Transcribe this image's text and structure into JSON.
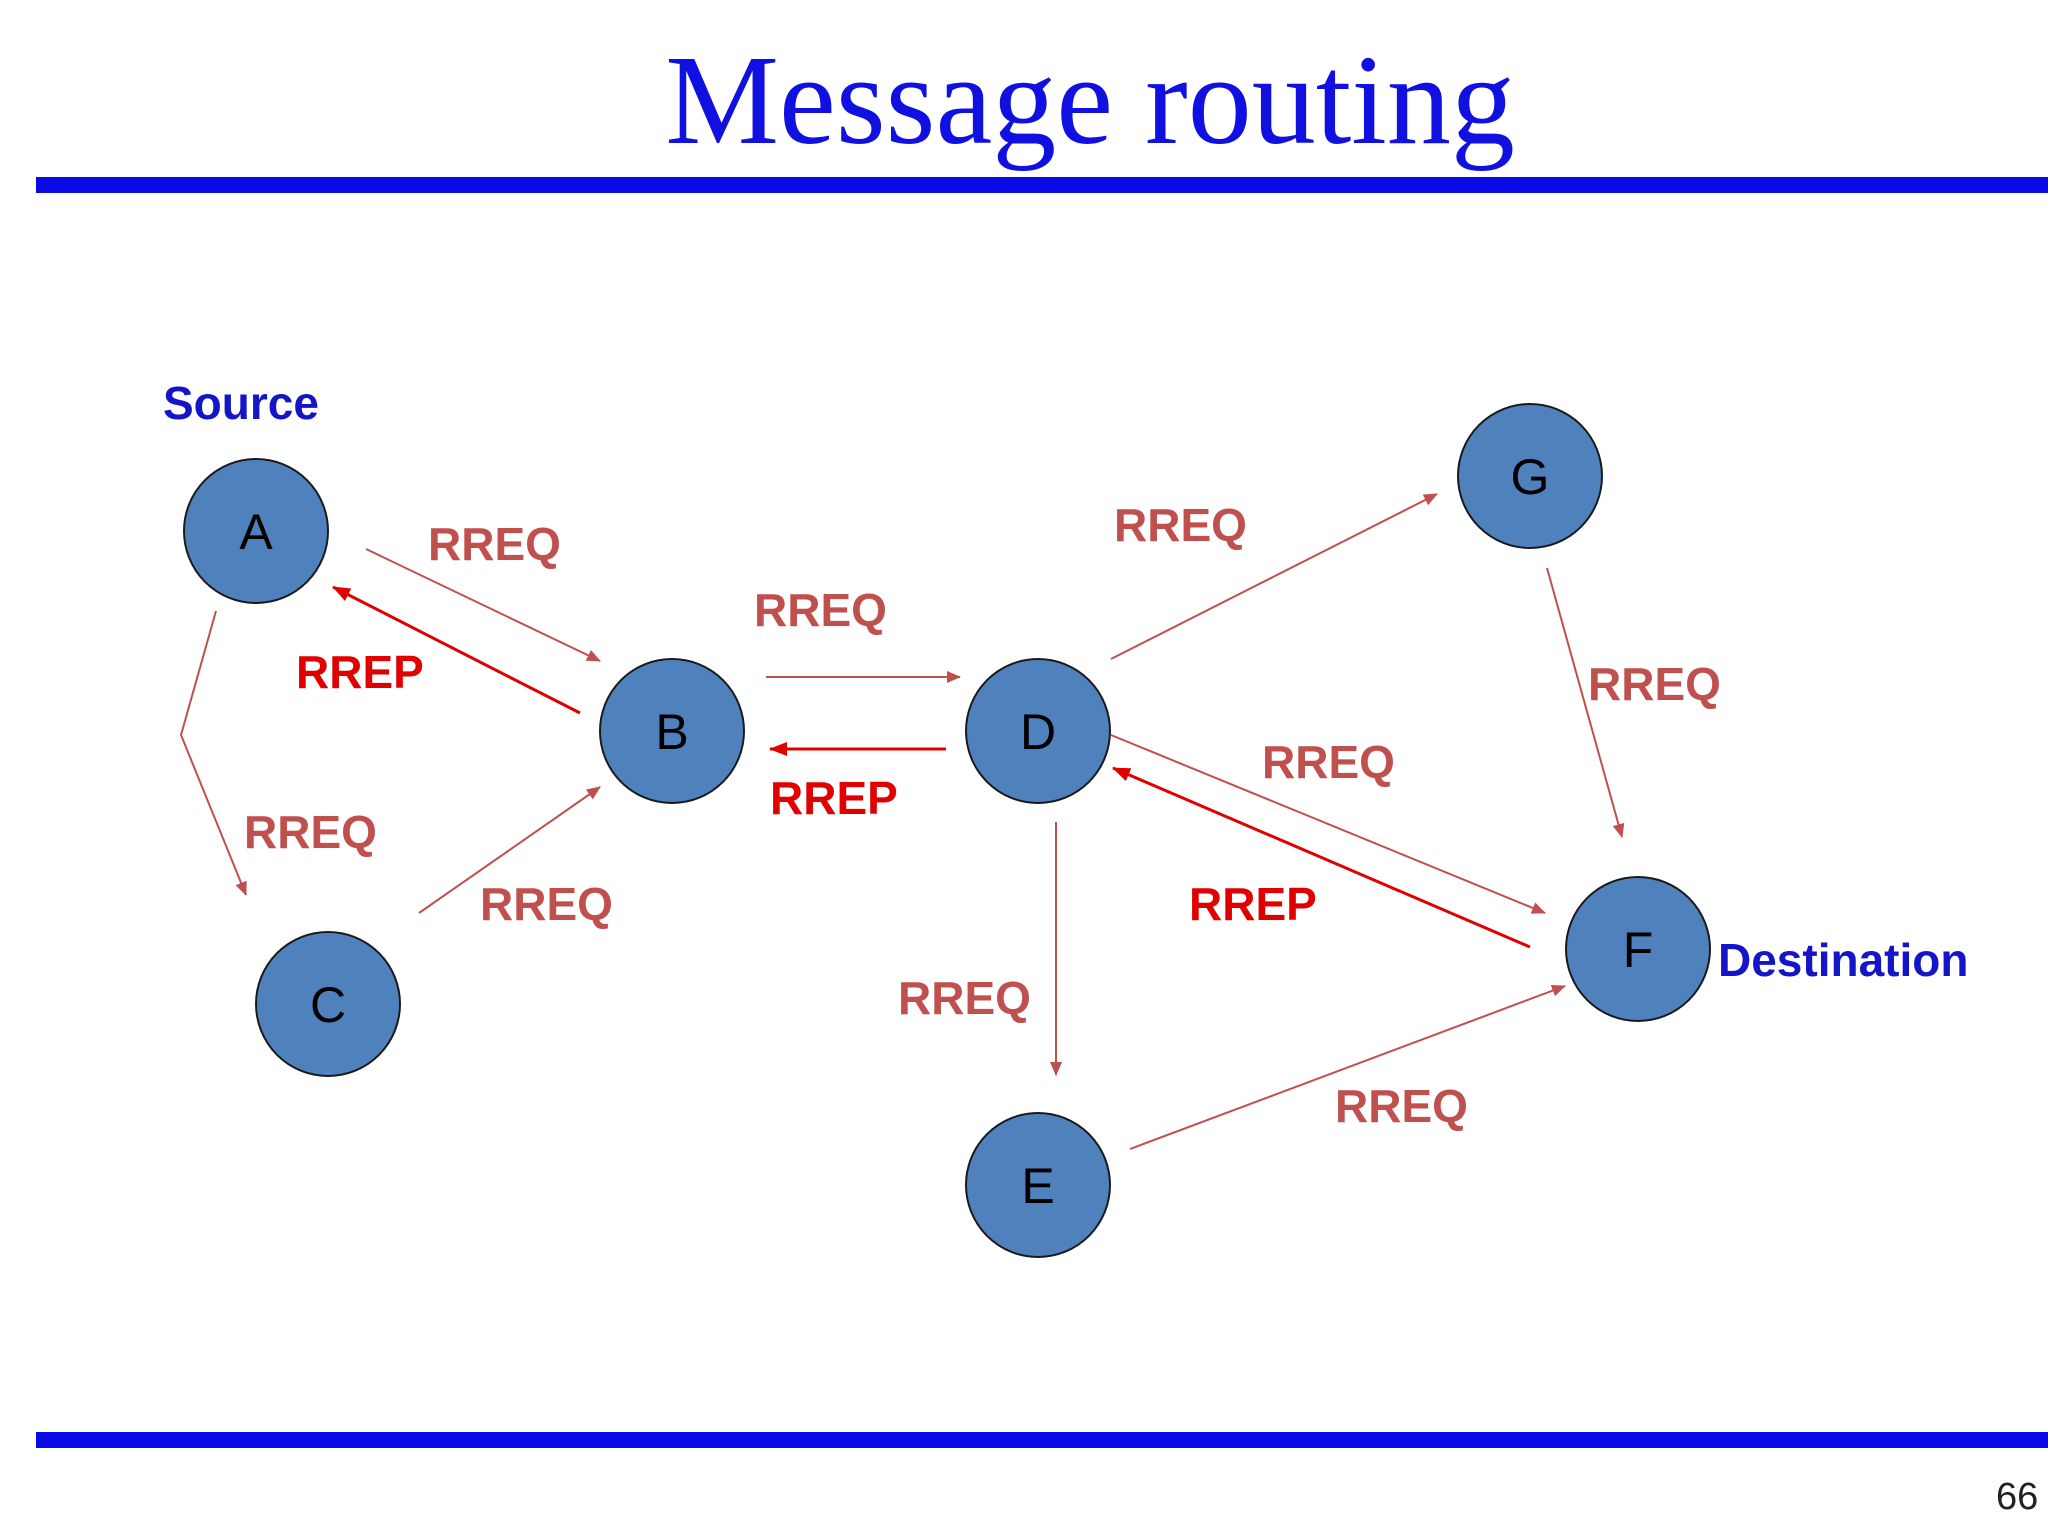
{
  "title": "Message routing",
  "page_number": "66",
  "colors": {
    "title": "#1010e0",
    "rule": "#0a0ae6",
    "node_fill": "#4f81bd",
    "node_stroke": "#1a1a1a",
    "rreq": "#c0504d",
    "rrep": "#e00000",
    "role": "#1414c8"
  },
  "roles": {
    "source": "Source",
    "destination": "Destination"
  },
  "nodes": [
    {
      "id": "A",
      "label": "A"
    },
    {
      "id": "B",
      "label": "B"
    },
    {
      "id": "C",
      "label": "C"
    },
    {
      "id": "D",
      "label": "D"
    },
    {
      "id": "E",
      "label": "E"
    },
    {
      "id": "F",
      "label": "F"
    },
    {
      "id": "G",
      "label": "G"
    }
  ],
  "edges": [
    {
      "id": "a-b",
      "from": "A",
      "to": "B",
      "type": "RREQ",
      "label": "RREQ"
    },
    {
      "id": "b-a",
      "from": "B",
      "to": "A",
      "type": "RREP",
      "label": "RREP"
    },
    {
      "id": "a-c",
      "from": "A",
      "to": "C",
      "type": "RREQ",
      "label": "RREQ"
    },
    {
      "id": "c-b",
      "from": "C",
      "to": "B",
      "type": "RREQ",
      "label": "RREQ"
    },
    {
      "id": "b-d",
      "from": "B",
      "to": "D",
      "type": "RREQ",
      "label": "RREQ"
    },
    {
      "id": "d-b",
      "from": "D",
      "to": "B",
      "type": "RREP",
      "label": "RREP"
    },
    {
      "id": "d-g",
      "from": "D",
      "to": "G",
      "type": "RREQ",
      "label": "RREQ"
    },
    {
      "id": "g-f",
      "from": "G",
      "to": "F",
      "type": "RREQ",
      "label": "RREQ"
    },
    {
      "id": "d-f",
      "from": "D",
      "to": "F",
      "type": "RREQ",
      "label": "RREQ"
    },
    {
      "id": "f-d",
      "from": "F",
      "to": "D",
      "type": "RREP",
      "label": "RREP"
    },
    {
      "id": "d-e",
      "from": "D",
      "to": "E",
      "type": "RREQ",
      "label": "RREQ"
    },
    {
      "id": "e-f",
      "from": "E",
      "to": "F",
      "type": "RREQ",
      "label": "RREQ"
    }
  ]
}
